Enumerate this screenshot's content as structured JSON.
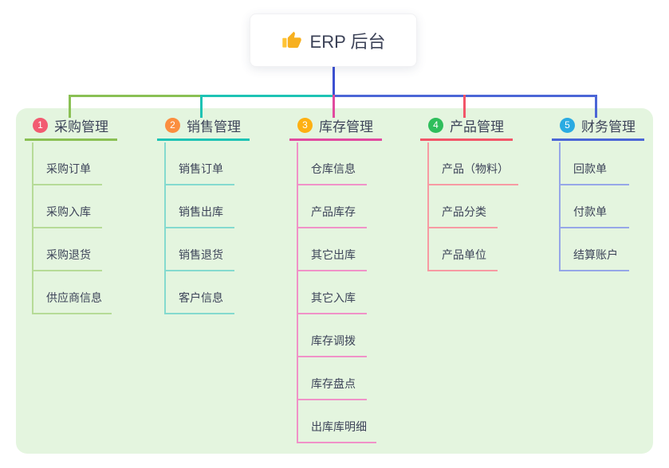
{
  "root": {
    "title": "ERP 后台",
    "icon": "thumbs-up",
    "stem_color": "#3c50d2"
  },
  "panel": {
    "background": "#e4f5df"
  },
  "branches": [
    {
      "number": "1",
      "label": "采购管理",
      "colors": {
        "badge": "#f25b71",
        "main": "#8ac054",
        "light": "#b6db97"
      },
      "children": [
        "采购订单",
        "采购入库",
        "采购退货",
        "供应商信息"
      ]
    },
    {
      "number": "2",
      "label": "销售管理",
      "colors": {
        "badge": "#fb8e3f",
        "main": "#1ec3b4",
        "light": "#84dacf"
      },
      "children": [
        "销售订单",
        "销售出库",
        "销售退货",
        "客户信息"
      ]
    },
    {
      "number": "3",
      "label": "库存管理",
      "colors": {
        "badge": "#fdb013",
        "main": "#e14a9f",
        "light": "#f092c8"
      },
      "children": [
        "仓库信息",
        "产品库存",
        "其它出库",
        "其它入库",
        "库存调拨",
        "库存盘点",
        "出库库明细"
      ]
    },
    {
      "number": "4",
      "label": "产品管理",
      "colors": {
        "badge": "#2fbe5c",
        "main": "#f25568",
        "light": "#f79aa3"
      },
      "children": [
        "产品（物料）",
        "产品分类",
        "产品单位"
      ]
    },
    {
      "number": "5",
      "label": "财务管理",
      "colors": {
        "badge": "#2aabe2",
        "main": "#4b66d6",
        "light": "#96a7e8"
      },
      "children": [
        "回款单",
        "付款单",
        "结算账户"
      ]
    }
  ]
}
